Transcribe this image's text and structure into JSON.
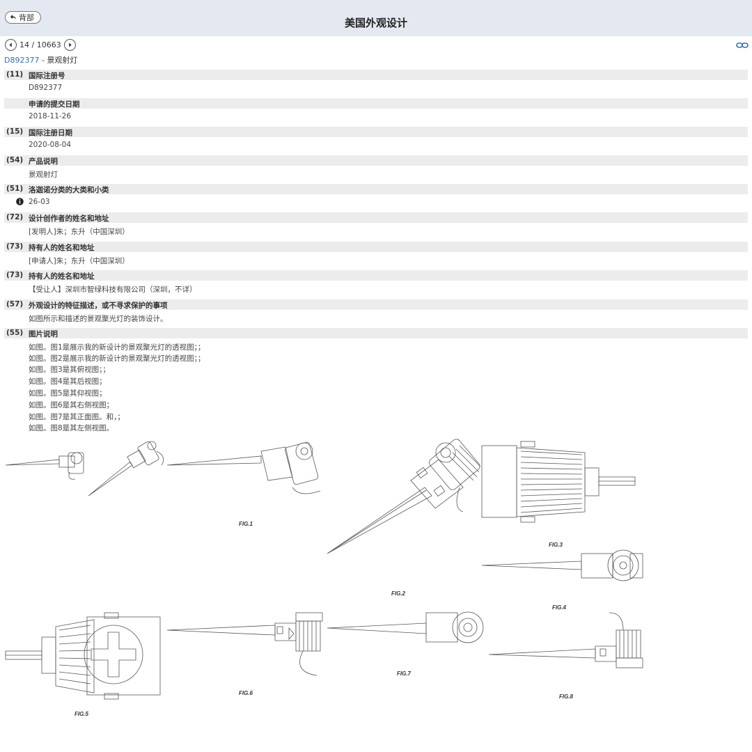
{
  "header": {
    "back_label": "背部",
    "title": "美国外观设计"
  },
  "pager": {
    "current": "14 / 10663"
  },
  "record": {
    "id": "D892377",
    "sep": " - ",
    "name": "景观射灯"
  },
  "fields": [
    {
      "num": "(11)",
      "label": "国际注册号",
      "value": "D892377"
    },
    {
      "num": "",
      "label": "申请的提交日期",
      "value": "2018-11-26"
    },
    {
      "num": "(15)",
      "label": "国际注册日期",
      "value": "2020-08-04"
    },
    {
      "num": "(54)",
      "label": "产品说明",
      "value": "景观射灯"
    },
    {
      "num": "(51)",
      "label": "洛迦诺分类的大类和小类",
      "value": "26-03"
    },
    {
      "num": "(72)",
      "label": "设计创作者的姓名和地址",
      "value": "[发明人]朱；东升（中国深圳）"
    },
    {
      "num": "(73)",
      "label": "持有人的姓名和地址",
      "value": "[申请人]朱；东升（中国深圳）"
    },
    {
      "num": "(73)",
      "label": "持有人的姓名和地址",
      "value": "【受让人】深圳市智绿科技有限公司（深圳，不详）"
    },
    {
      "num": "(57)",
      "label": "外观设计的特征描述，或不寻求保护的事项",
      "value": "如图所示和描述的景观聚光灯的装饰设计。"
    },
    {
      "num": "(55)",
      "label": "图片说明",
      "lines": [
        "如图。图1是展示我的新设计的景观聚光灯的透视图；；",
        "如图。图2是展示我的新设计的景观聚光灯的透视图；；",
        "如图。图3是其俯视图；；",
        "如图。图4是其后视图；",
        "如图。图5是其仰视图；",
        "如图。图6是其右侧视图；",
        "如图。图7是其正面图。和，；",
        "如图。图8是其左侧视图。"
      ]
    }
  ],
  "figures": {
    "fig1": "FIG.1",
    "fig2": "FIG.2",
    "fig3": "FIG.3",
    "fig4": "FIG.4",
    "fig5": "FIG.5",
    "fig6": "FIG.6",
    "fig7": "FIG.7",
    "fig8": "FIG.8"
  },
  "icons": {
    "back": "reply-arrow-icon",
    "prev": "chevron-left-icon",
    "next": "chevron-right-icon",
    "link": "link-icon",
    "info": "info-circle-icon"
  }
}
